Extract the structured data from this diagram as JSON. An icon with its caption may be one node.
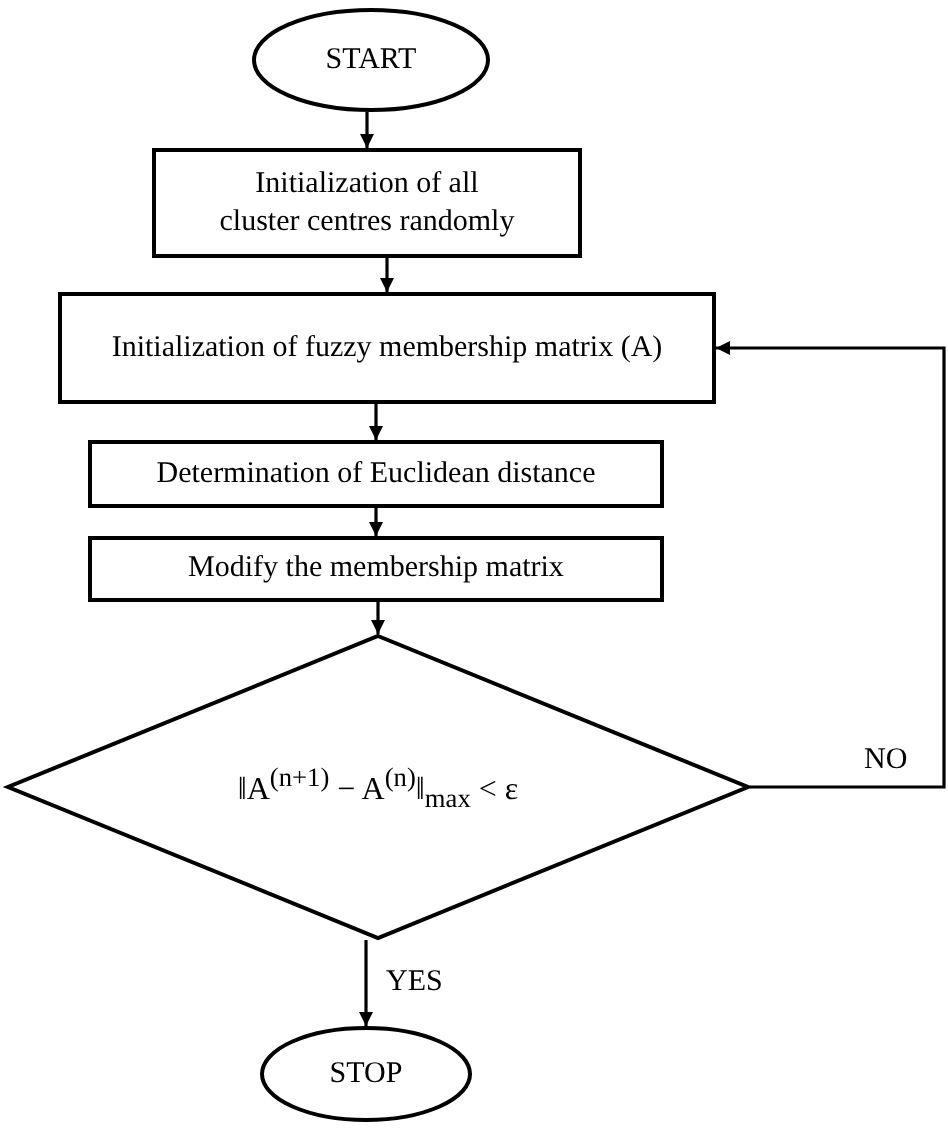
{
  "diagram": {
    "nodes": [
      {
        "text": [
          "START"
        ]
      },
      {
        "text": [
          "Initialization of all cluster centres randomly"
        ]
      },
      {
        "text": [
          "Initialization of fuzzy membership matrix (A)"
        ]
      },
      {
        "text": [
          "Determination of Euclidean distance"
        ]
      },
      {
        "text": [
          "Modify the membership matrix"
        ]
      },
      {
        "text": [
          "‖A$^{(n+1)}$ − A$^{(n)}$‖$_{max}$ < ε"
        ]
      },
      {
        "text": [
          "STOP"
        ]
      }
    ],
    "edges": [
      {
        "from": 0,
        "to": 1,
        "arrow": "to"
      },
      {
        "from": 1,
        "to": 2,
        "arrow": "to"
      },
      {
        "from": 2,
        "to": 3,
        "arrow": "to"
      },
      {
        "from": 3,
        "to": 4,
        "arrow": "to"
      },
      {
        "from": 4,
        "to": 5,
        "arrow": "to"
      },
      {
        "from": 5,
        "to": 6,
        "arrow": "to",
        "label": "YES"
      },
      {
        "from": 5,
        "to": 2,
        "arrow": "to",
        "label": "NO"
      }
    ]
  }
}
